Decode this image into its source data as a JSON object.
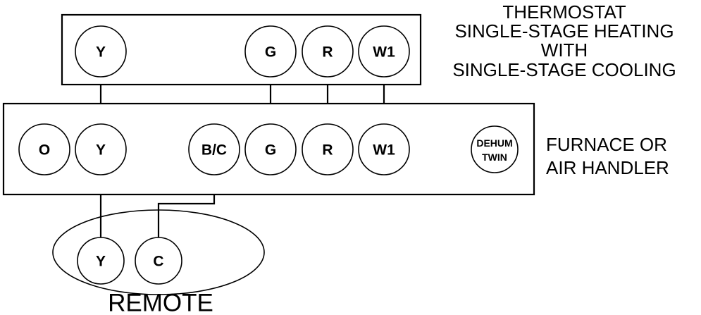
{
  "diagram": {
    "title_thermostat": {
      "lines": [
        "THERMOSTAT",
        "SINGLE-STAGE HEATING",
        "WITH",
        "SINGLE-STAGE COOLING"
      ]
    },
    "title_furnace": {
      "lines": [
        "FURNACE OR",
        "AIR HANDLER"
      ]
    },
    "remote_caption": "REMOTE",
    "thermostat_terminals": [
      {
        "label": "Y"
      },
      {
        "label": "G"
      },
      {
        "label": "R"
      },
      {
        "label": "W1"
      }
    ],
    "furnace_terminals": [
      {
        "label": "O"
      },
      {
        "label": "Y"
      },
      {
        "label": "B/C"
      },
      {
        "label": "G"
      },
      {
        "label": "R"
      },
      {
        "label": "W1"
      }
    ],
    "dehum_terminal": {
      "line1": "DEHUM",
      "line2": "TWIN"
    },
    "remote_terminals": [
      {
        "label": "Y"
      },
      {
        "label": "C"
      }
    ],
    "colors": {
      "stroke": "#000000",
      "fill": "#ffffff",
      "text": "#000000"
    }
  }
}
